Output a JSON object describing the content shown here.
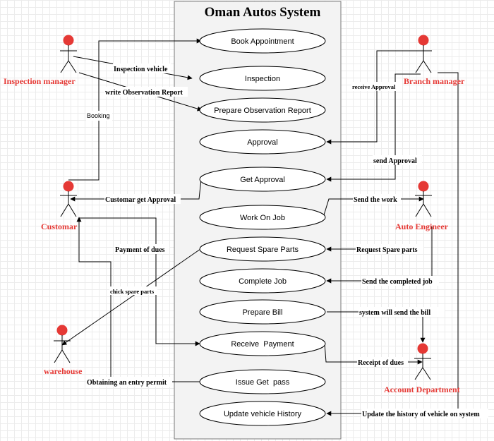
{
  "system": {
    "title": "Oman Autos System"
  },
  "colors": {
    "actor": "#e53935",
    "line": "#000000",
    "boundary_fill": "#f3f3f3"
  },
  "actors": {
    "inspection_manager": "Inspection manager",
    "branch_manager": "Branch manager",
    "customer": "Customar",
    "auto_engineer": "Auto Engineer",
    "warehouse": "warehouse",
    "account_department": "Account Department"
  },
  "use_cases": {
    "book_appointment": "Book Appointment",
    "inspection": "Inspection",
    "prepare_observation_report": "Prepare Observation Report",
    "approval": "Approval",
    "get_approval": "Get Approval",
    "work_on_job": "Work On Job",
    "request_spare_parts": "Request Spare Parts",
    "complete_job": "Complete Job",
    "prepare_bill": "Prepare Bill",
    "receive_payment": "Receive  Payment",
    "issue_get_pass": "Issue Get  pass",
    "update_vehicle_history": "Update vehicle History"
  },
  "labels": {
    "inspection_vehicle": "Inspection vehicle",
    "write_observation_report": "write Observation Report",
    "booking": "Booking",
    "receive_approval": "receive Approval",
    "send_approval": "send Approval",
    "customer_get_approval": "Customar get Approval",
    "send_the_work": "Send the work",
    "payment_of_dues": "Payment of dues",
    "request_spare_parts": "Request Spare parts",
    "check_spare_parts": "chick spare parts",
    "send_completed_job": "Send the completed job",
    "system_send_bill": "system will send the bill",
    "receipt_of_dues": "Receipt of dues",
    "obtaining_entry_permit": "Obtaining an entry permit",
    "update_history": "Update the history of vehicle on system"
  }
}
